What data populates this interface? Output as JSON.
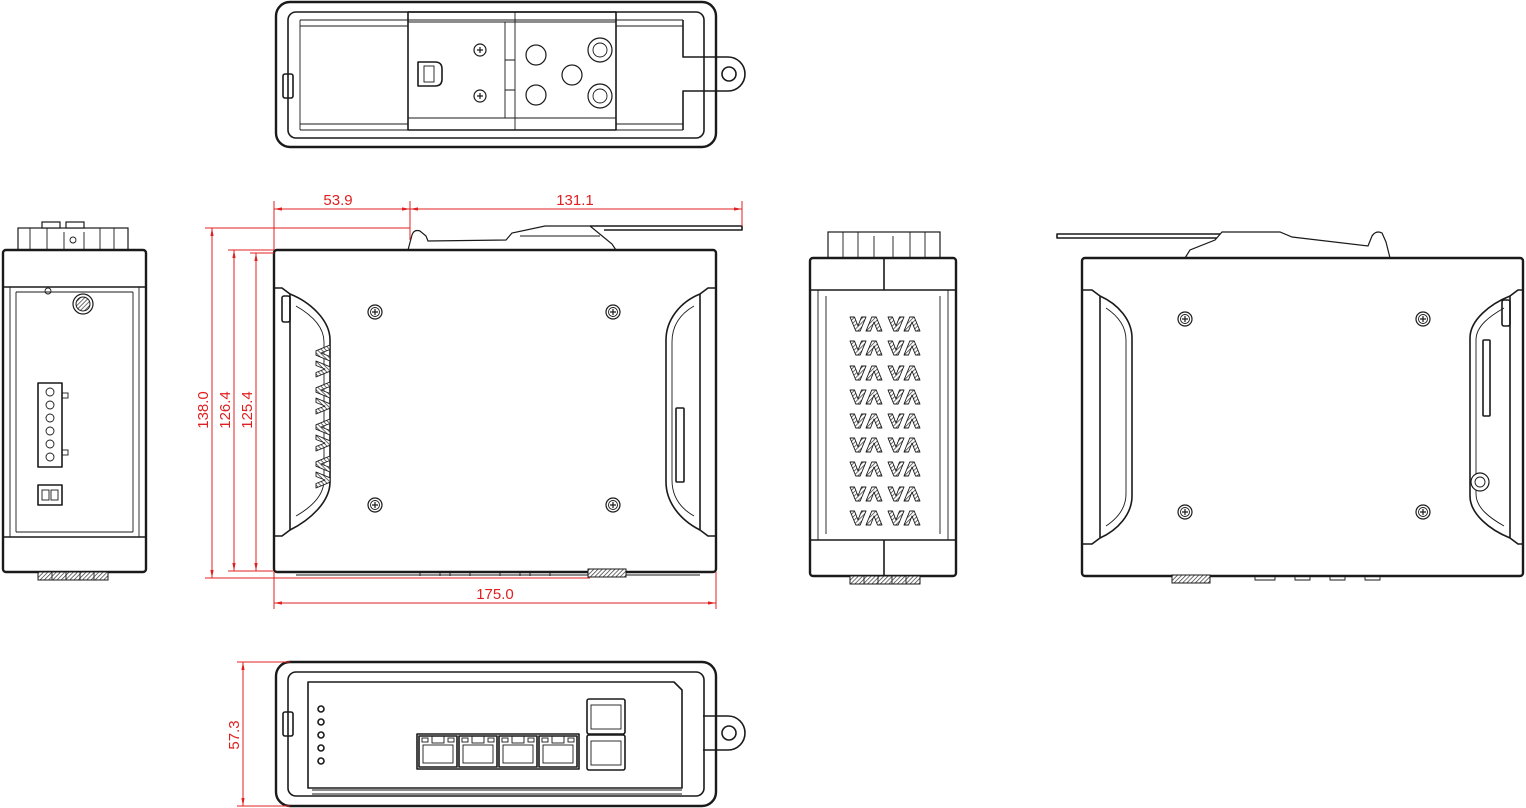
{
  "dimensions": {
    "top_left_width": "53.9",
    "top_right_width": "131.1",
    "overall_height": "138.0",
    "body_height_a": "126.4",
    "body_height_b": "125.4",
    "overall_width": "175.0",
    "depth": "57.3"
  },
  "colors": {
    "line": "#1a1a1a",
    "dimension": "#e02020",
    "background": "#ffffff"
  }
}
